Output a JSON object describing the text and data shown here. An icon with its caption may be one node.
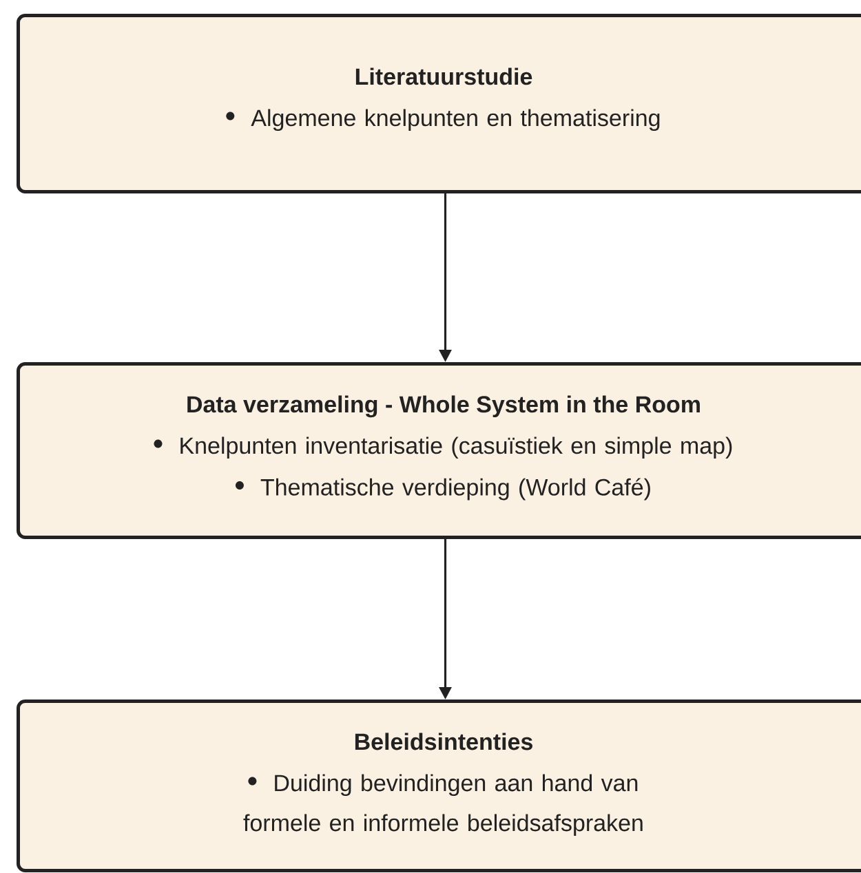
{
  "diagram": {
    "nodes": [
      {
        "text": [
          "Literatuurstudie",
          "Algemene knelpunten en thematisering"
        ]
      },
      {
        "text": [
          "Data verzameling - Whole System in the Room",
          "Knelpunten inventarisatie (casuïstiek en simple map)",
          "Thematische verdieping (World Café)"
        ]
      },
      {
        "text": [
          "Beleidsintenties",
          "Duiding bevindingen aan hand van formele en informele beleidsafspraken"
        ]
      }
    ],
    "edges": [
      {
        "from": 0,
        "to": 1,
        "arrow": "to"
      },
      {
        "from": 1,
        "to": 2,
        "arrow": "to"
      }
    ]
  }
}
